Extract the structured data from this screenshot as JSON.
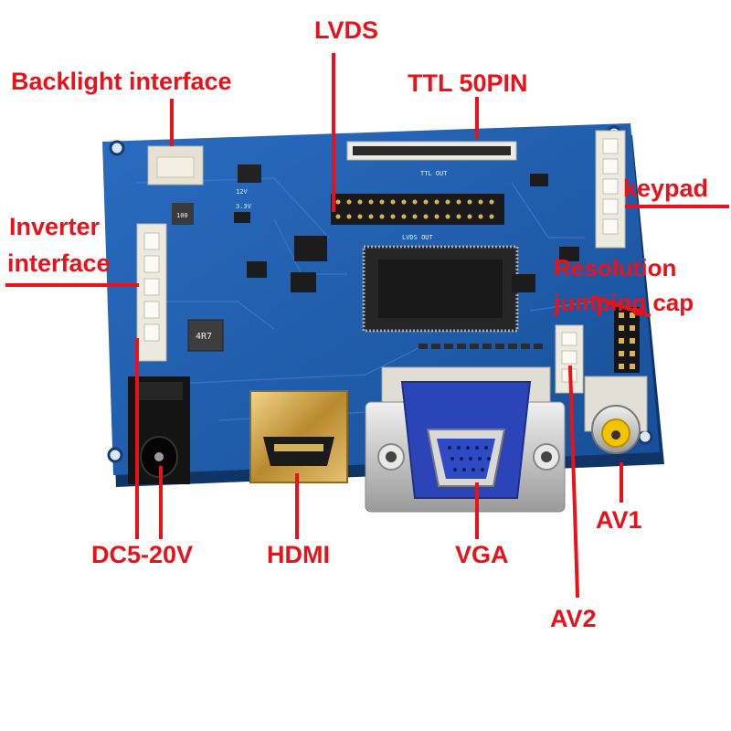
{
  "labels": {
    "lvds": "LVDS",
    "ttl": "TTL 50PIN",
    "backlight": "Backlight interface",
    "keypad": "keypad",
    "inverter_1": "Inverter",
    "inverter_2": "interface",
    "resolution_1": "Resolution",
    "resolution_2": "jumping cap",
    "dc": "DC5-20V",
    "hdmi": "HDMI",
    "vga": "VGA",
    "av1": "AV1",
    "av2": "AV2"
  },
  "silkscreen": {
    "ttl_out": "TTL OUT",
    "lvds_out": "LVDS OUT",
    "inductor": "4R7",
    "cap": "100",
    "v12": "12V",
    "v33": "3.3V"
  },
  "colors": {
    "label": "#e8121b",
    "pcb": "#1f5fae",
    "pcb_dark": "#174e93",
    "vga_blue": "#2b45b8"
  }
}
